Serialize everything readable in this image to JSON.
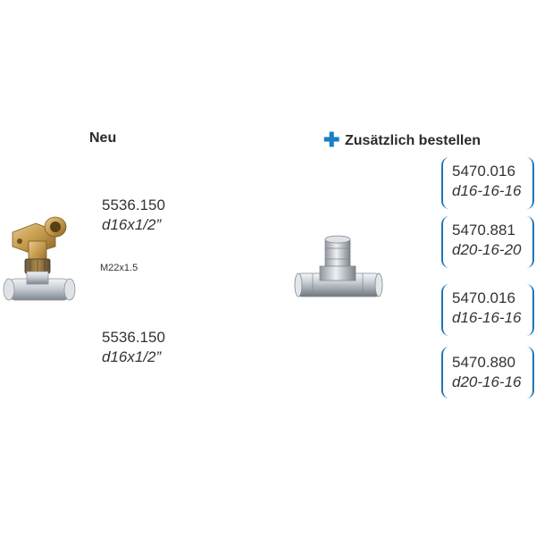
{
  "left": {
    "heading": "Neu",
    "product_top": {
      "code": "5536.150",
      "dim": "d16x1/2”"
    },
    "thread": "M22x1.5",
    "product_bottom": {
      "code": "5536.150",
      "dim": "d16x1/2”"
    }
  },
  "right": {
    "heading": "Zusätzlich bestellen",
    "options": [
      {
        "code": "5470.016",
        "dim": "d16-16-16"
      },
      {
        "code": "5470.881",
        "dim": "d20-16-20"
      },
      {
        "code": "5470.016",
        "dim": "d16-16-16"
      },
      {
        "code": "5470.880",
        "dim": "d20-16-16"
      }
    ]
  },
  "colors": {
    "accent": "#1d77b8",
    "plus": "#1a7fc4"
  },
  "icons": {
    "plus": "plus-icon",
    "wall_elbow": "wall-elbow-fitting-image",
    "tee": "tee-fitting-image"
  }
}
